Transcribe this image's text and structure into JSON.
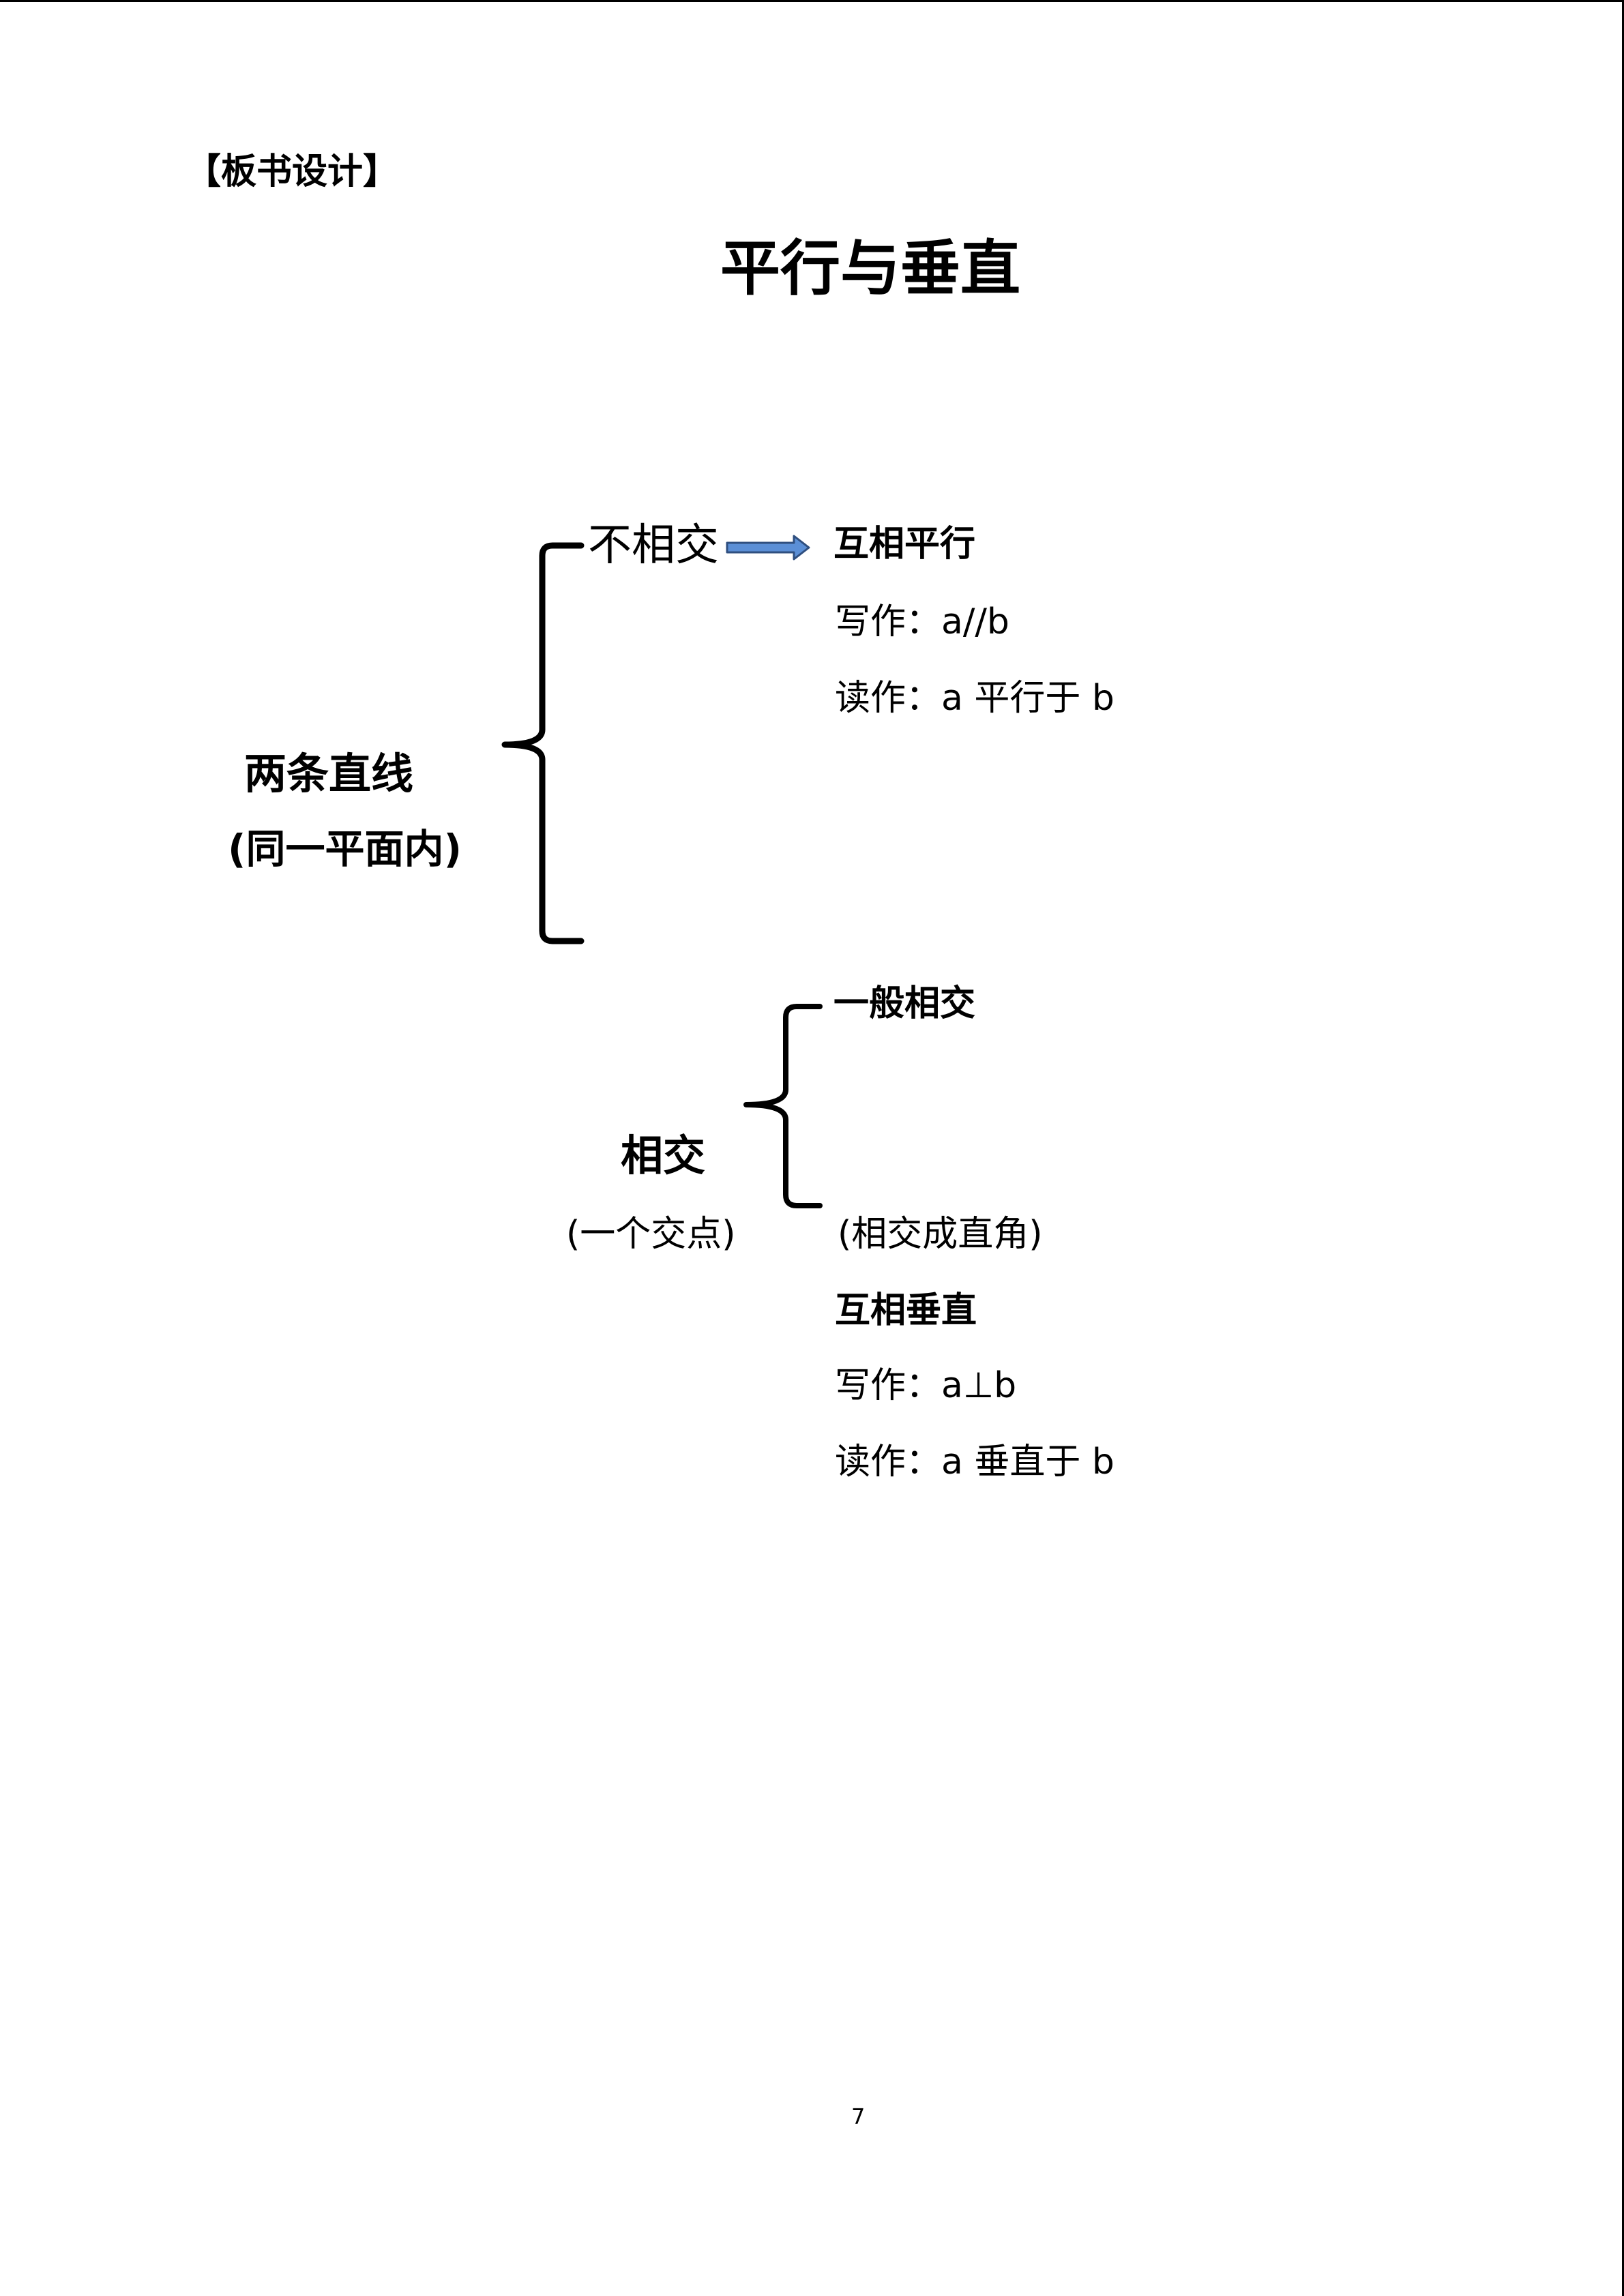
{
  "document": {
    "section_heading": "【板书设计】",
    "title": "平行与垂直",
    "page_number": "7"
  },
  "diagram": {
    "root": {
      "label": "两条直线",
      "qualifier": "(同一平面内)"
    },
    "not_intersecting": {
      "label": "不相交",
      "result": "互相平行",
      "write_as": "写作：a//b",
      "read_as": "读作：a 平行于 b"
    },
    "intersecting": {
      "label": "相交",
      "qualifier": "(一个交点)",
      "general": "一般相交",
      "right_angle_note": "(相交成直角)",
      "result": "互相垂直",
      "write_as": "写作：a⊥b",
      "read_as": "读作：a 垂直于 b"
    },
    "arrow_color": "#5b8fd6"
  }
}
